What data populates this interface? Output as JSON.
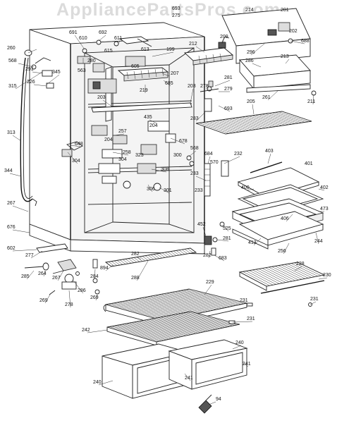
{
  "watermark": "AppliancePartsPros.com",
  "labels": [
    {
      "id": "l693",
      "text": "693"
    },
    {
      "id": "l275",
      "text": "275"
    },
    {
      "id": "l214",
      "text": "214"
    },
    {
      "id": "l201",
      "text": "201"
    },
    {
      "id": "l691",
      "text": "691"
    },
    {
      "id": "l260",
      "text": "260"
    },
    {
      "id": "l692",
      "text": "692"
    },
    {
      "id": "l209",
      "text": "209"
    },
    {
      "id": "l202",
      "text": "202"
    },
    {
      "id": "l688",
      "text": "688"
    },
    {
      "id": "l610",
      "text": "610"
    },
    {
      "id": "l611",
      "text": "611"
    },
    {
      "id": "l212",
      "text": "212"
    },
    {
      "id": "l296",
      "text": "296"
    },
    {
      "id": "l615",
      "text": "615"
    },
    {
      "id": "l613",
      "text": "613"
    },
    {
      "id": "l199",
      "text": "199"
    },
    {
      "id": "l286",
      "text": "286"
    },
    {
      "id": "l213",
      "text": "213"
    },
    {
      "id": "l568a",
      "text": "568"
    },
    {
      "id": "l291",
      "text": "291"
    },
    {
      "id": "l280",
      "text": "280"
    },
    {
      "id": "l605",
      "text": "605"
    },
    {
      "id": "l563",
      "text": "563"
    },
    {
      "id": "l345",
      "text": "345"
    },
    {
      "id": "l226",
      "text": "226"
    },
    {
      "id": "l315",
      "text": "315"
    },
    {
      "id": "l207",
      "text": "207"
    },
    {
      "id": "l685",
      "text": "685"
    },
    {
      "id": "l281a",
      "text": "281"
    },
    {
      "id": "l278",
      "text": "278"
    },
    {
      "id": "l279",
      "text": "279"
    },
    {
      "id": "l261",
      "text": "261"
    },
    {
      "id": "l211",
      "text": "211"
    },
    {
      "id": "l219",
      "text": "219"
    },
    {
      "id": "l203a",
      "text": "203"
    },
    {
      "id": "l203b",
      "text": "203"
    },
    {
      "id": "l693b",
      "text": "693"
    },
    {
      "id": "l205",
      "text": "205"
    },
    {
      "id": "l313",
      "text": "313"
    },
    {
      "id": "l435",
      "text": "435"
    },
    {
      "id": "l204a",
      "text": "204"
    },
    {
      "id": "l283",
      "text": "283"
    },
    {
      "id": "l257",
      "text": "257"
    },
    {
      "id": "l204b",
      "text": "204"
    },
    {
      "id": "l678",
      "text": "678"
    },
    {
      "id": "l403",
      "text": "403"
    },
    {
      "id": "l648",
      "text": "648"
    },
    {
      "id": "l258",
      "text": "258"
    },
    {
      "id": "l568b",
      "text": "568"
    },
    {
      "id": "l323",
      "text": "323"
    },
    {
      "id": "l300",
      "text": "300"
    },
    {
      "id": "l684",
      "text": "684"
    },
    {
      "id": "l232",
      "text": "232"
    },
    {
      "id": "l304a",
      "text": "304"
    },
    {
      "id": "l304b",
      "text": "304"
    },
    {
      "id": "l308",
      "text": "308"
    },
    {
      "id": "l570",
      "text": "570"
    },
    {
      "id": "l401",
      "text": "401"
    },
    {
      "id": "l344",
      "text": "344"
    },
    {
      "id": "l233",
      "text": "233"
    },
    {
      "id": "l306",
      "text": "306"
    },
    {
      "id": "l301",
      "text": "301"
    },
    {
      "id": "l233b",
      "text": "233"
    },
    {
      "id": "l400",
      "text": "400"
    },
    {
      "id": "l402",
      "text": "402"
    },
    {
      "id": "l267",
      "text": "267"
    },
    {
      "id": "l473",
      "text": "473"
    },
    {
      "id": "l676",
      "text": "676"
    },
    {
      "id": "l406",
      "text": "406"
    },
    {
      "id": "l452",
      "text": "452"
    },
    {
      "id": "l525",
      "text": "525"
    },
    {
      "id": "l602",
      "text": "602"
    },
    {
      "id": "l277",
      "text": "277"
    },
    {
      "id": "l281b",
      "text": "281"
    },
    {
      "id": "l413",
      "text": "413"
    },
    {
      "id": "l244",
      "text": "244"
    },
    {
      "id": "l256",
      "text": "256"
    },
    {
      "id": "l282a",
      "text": "282"
    },
    {
      "id": "l282b",
      "text": "282"
    },
    {
      "id": "l683",
      "text": "683"
    },
    {
      "id": "l894",
      "text": "894"
    },
    {
      "id": "l285",
      "text": "285"
    },
    {
      "id": "l264",
      "text": "264"
    },
    {
      "id": "l288",
      "text": "288"
    },
    {
      "id": "l228",
      "text": "228"
    },
    {
      "id": "l230",
      "text": "230"
    },
    {
      "id": "l267b",
      "text": "267"
    },
    {
      "id": "l284",
      "text": "284"
    },
    {
      "id": "l286b",
      "text": "286"
    },
    {
      "id": "l229",
      "text": "229"
    },
    {
      "id": "l269",
      "text": "269"
    },
    {
      "id": "l278b",
      "text": "278"
    },
    {
      "id": "l269b",
      "text": "269"
    },
    {
      "id": "l231a",
      "text": "231"
    },
    {
      "id": "l231b",
      "text": "231"
    },
    {
      "id": "l231c",
      "text": "231"
    },
    {
      "id": "l242",
      "text": "242"
    },
    {
      "id": "l240a",
      "text": "240"
    },
    {
      "id": "l241a",
      "text": "241"
    },
    {
      "id": "l241b",
      "text": "241"
    },
    {
      "id": "l240b",
      "text": "240"
    },
    {
      "id": "l94",
      "text": "94"
    }
  ]
}
